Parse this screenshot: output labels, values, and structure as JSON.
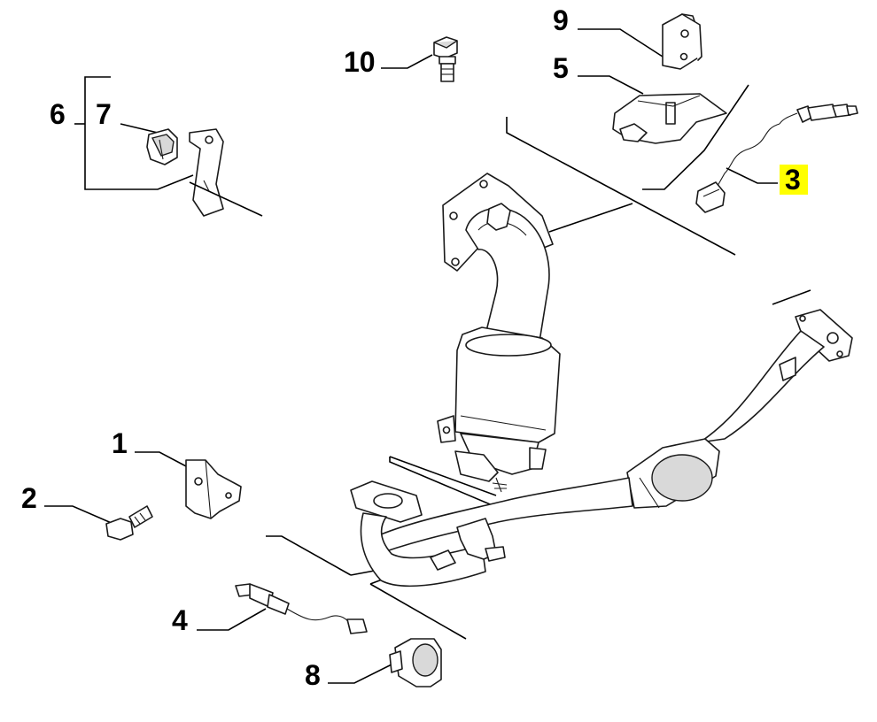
{
  "diagram": {
    "highlight_color": "#ffff00",
    "labels": [
      {
        "id": "1",
        "text": "1"
      },
      {
        "id": "2",
        "text": "2"
      },
      {
        "id": "3",
        "text": "3",
        "highlighted": true
      },
      {
        "id": "4",
        "text": "4"
      },
      {
        "id": "5",
        "text": "5"
      },
      {
        "id": "6",
        "text": "6"
      },
      {
        "id": "7",
        "text": "7"
      },
      {
        "id": "8",
        "text": "8"
      },
      {
        "id": "9",
        "text": "9"
      },
      {
        "id": "10",
        "text": "10"
      }
    ]
  }
}
